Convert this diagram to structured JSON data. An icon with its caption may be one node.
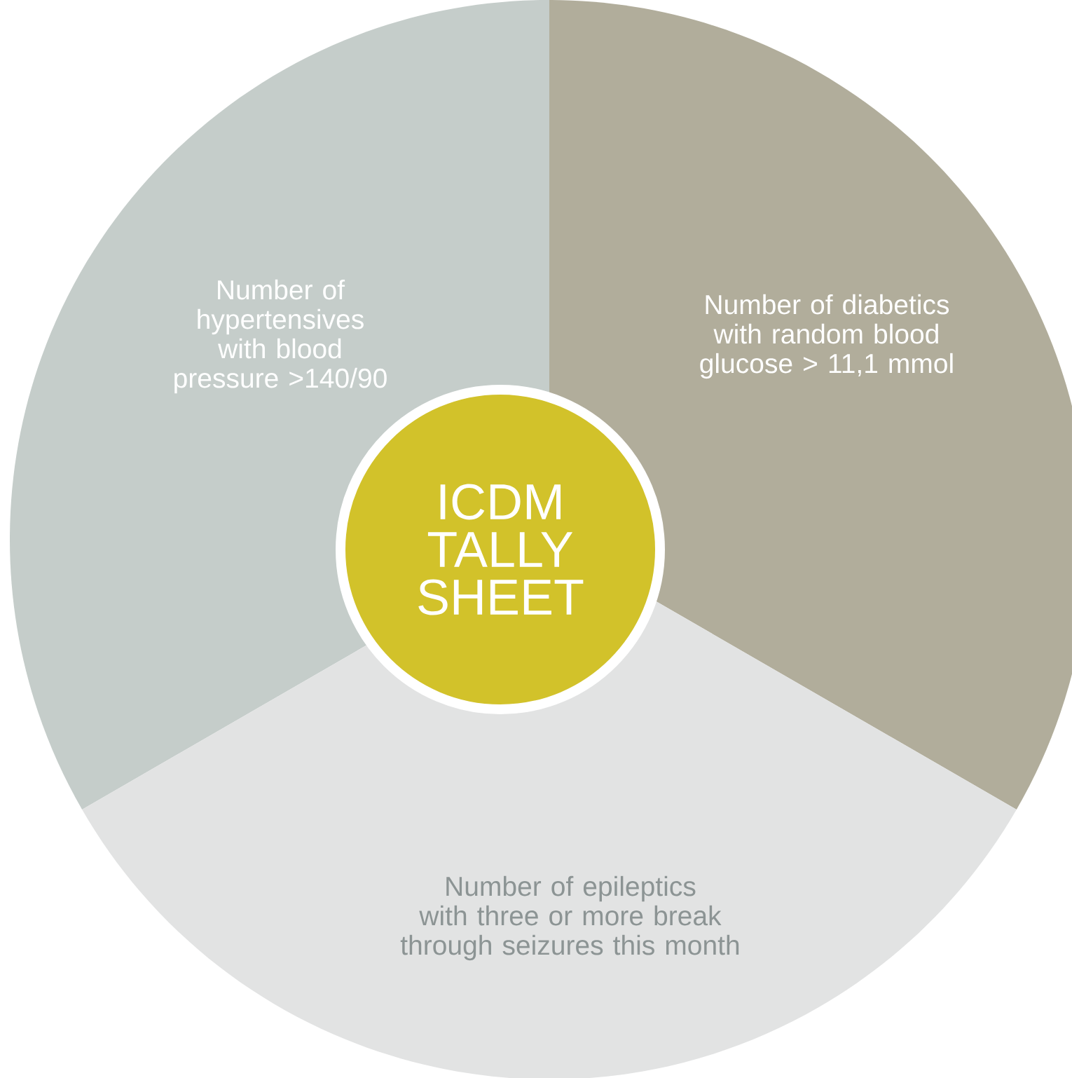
{
  "diagram": {
    "nodes": [
      {
        "text": [
          "Number of hypertensives with blood pressure >140/90"
        ]
      },
      {
        "text": [
          "Number of diabetics with random blood glucose > 11,1 mmol"
        ]
      },
      {
        "text": [
          "Number of epileptics with three or more break through seizures this month"
        ]
      },
      {
        "text": [
          "ICDM TALLY SHEET"
        ]
      }
    ]
  }
}
